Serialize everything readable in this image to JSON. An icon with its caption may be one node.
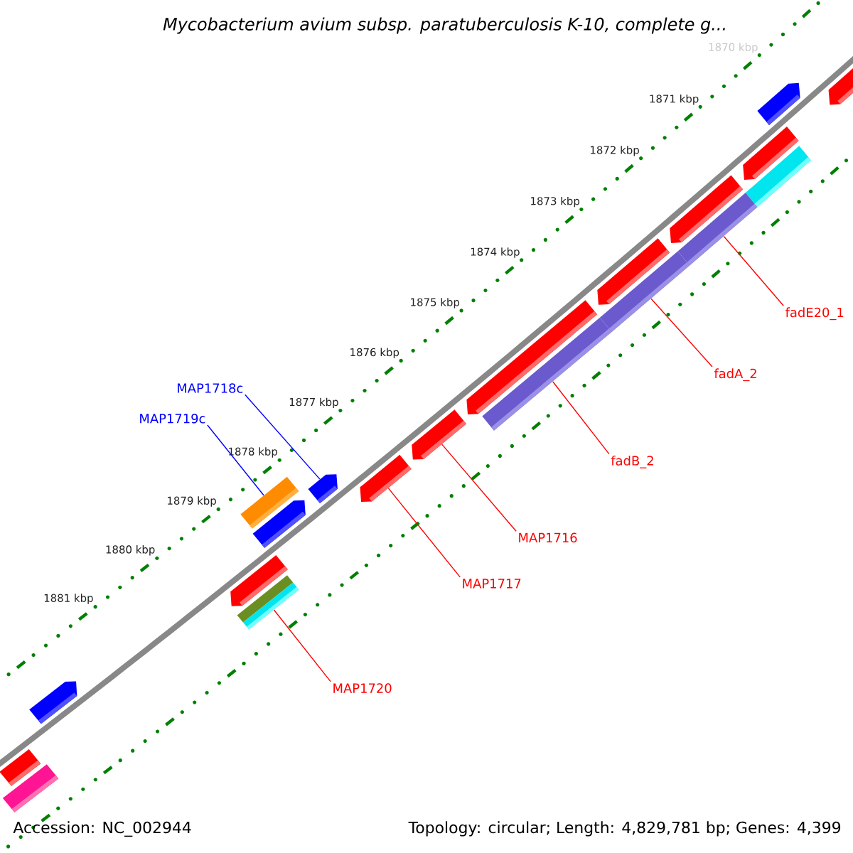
{
  "diagram": {
    "title": "Mycobacterium avium subsp. paratuberculosis K-10, complete g...",
    "nodes": [
      {
        "text": [
          "MAP1718c"
        ]
      },
      {
        "text": [
          "MAP1719c"
        ]
      },
      {
        "text": [
          "fadE20_1"
        ]
      },
      {
        "text": [
          "fadA_2"
        ]
      },
      {
        "text": [
          "fadB_2"
        ]
      },
      {
        "text": [
          "MAP1716"
        ]
      },
      {
        "text": [
          "MAP1717"
        ]
      },
      {
        "text": [
          "MAP1720"
        ]
      },
      {
        "text": [],
        "shape": "bar"
      },
      {
        "text": [],
        "shape": "bar"
      },
      {
        "text": [],
        "shape": "bar"
      },
      {
        "text": [],
        "shape": "bar"
      },
      {
        "text": [],
        "shape": "bar"
      },
      {
        "text": [],
        "shape": "bar"
      },
      {
        "text": [],
        "shape": "bar"
      },
      {
        "text": [],
        "shape": "bar"
      },
      {
        "text": [],
        "shape": "bar"
      },
      {
        "text": [],
        "shape": "bar"
      },
      {
        "text": [],
        "shape": "bar"
      },
      {
        "text": [],
        "shape": "bar"
      },
      {
        "text": [],
        "shape": "bar"
      },
      {
        "text": [],
        "shape": "bar"
      },
      {
        "text": [],
        "shape": "bar"
      },
      {
        "text": [],
        "shape": "bar"
      },
      {
        "text": [],
        "shape": "bar"
      },
      {
        "text": [],
        "shape": "bar"
      },
      {
        "text": [],
        "shape": "bar"
      },
      {
        "text": [],
        "shape": "bar"
      }
    ],
    "edges": [
      {
        "from": 0,
        "to": 15,
        "arrow": "none",
        "color": "#0000ff"
      },
      {
        "from": 1,
        "to": 14,
        "arrow": "none",
        "color": "#0000ff"
      },
      {
        "from": 2,
        "to": 23,
        "arrow": "none"
      },
      {
        "from": 3,
        "to": 20,
        "arrow": "none"
      },
      {
        "from": 4,
        "to": 19,
        "arrow": "none"
      },
      {
        "from": 5,
        "to": 17,
        "arrow": "none"
      },
      {
        "from": 6,
        "to": 16,
        "arrow": "none"
      },
      {
        "from": 7,
        "to": 11,
        "arrow": "none"
      }
    ],
    "labels": [
      "1870 kbp",
      "1871 kbp",
      "1872 kbp",
      "1873 kbp",
      "1874 kbp",
      "1875 kbp",
      "1876 kbp",
      "1877 kbp",
      "1878 kbp",
      "1879 kbp",
      "1880 kbp",
      "1881 kbp",
      "Accession: NC_002944",
      "Topology: circular; Length: 4,829,781 bp; Genes: 4,399"
    ]
  }
}
